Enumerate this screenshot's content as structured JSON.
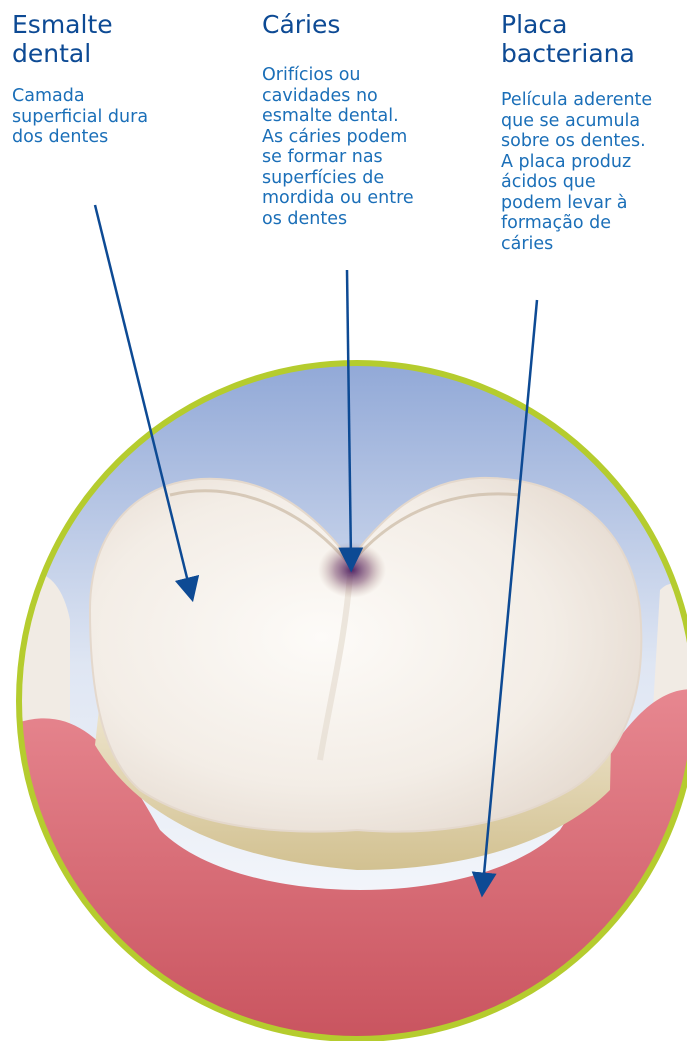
{
  "labels": {
    "esmalte": {
      "title": "Esmalte\ndental",
      "description": "Camada\nsuperficial dura\ndos dentes"
    },
    "caries": {
      "title": "Cáries",
      "description": "Orifícios ou\ncavidades no\nesmalte dental.\nAs cáries podem\nse formar nas\nsuperfícies de\nmordida ou entre\nos dentes"
    },
    "placa": {
      "title": "Placa\nbacteriana",
      "description": "Película aderente\nque se acumula\nsobre os dentes.\nA placa produz\nácidos que\npodem levar à\nformação de\ncáries"
    }
  },
  "colors": {
    "title": "#0d4a94",
    "description": "#1b6fb8",
    "arrow": "#0d4a94",
    "circle_border": "#b5cc2e",
    "sky_top": "#8fa7d6",
    "gum": "#d9707a",
    "tooth": "#f4efe9",
    "plaque": "#d9cba0",
    "cavity": "#5e2a6e"
  },
  "icons": {
    "arrow": "arrow-pointer"
  }
}
